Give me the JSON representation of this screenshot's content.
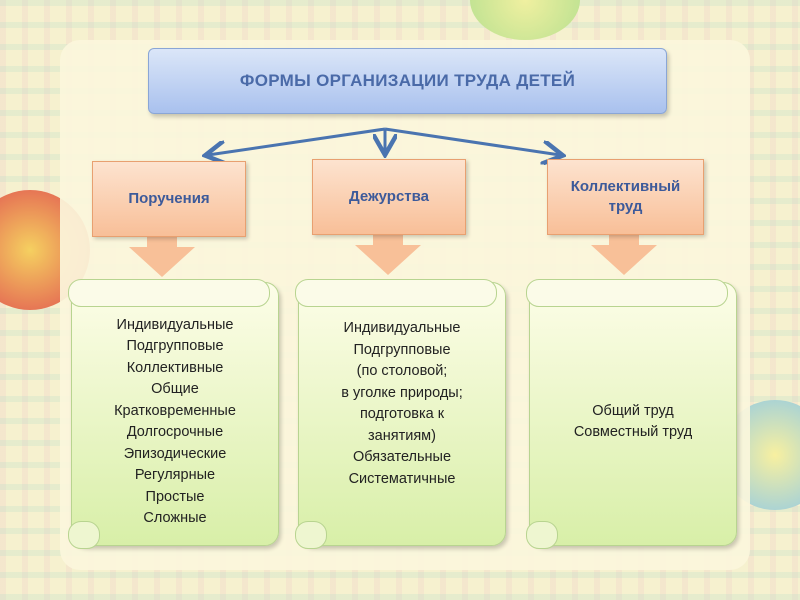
{
  "title": "ФОРМЫ ОРГАНИЗАЦИИ ТРУДА ДЕТЕЙ",
  "categories": [
    {
      "label": "Поручения",
      "items": [
        "Индивидуальные",
        "Подгрупповые",
        "Коллективные",
        "Общие",
        "Кратковременные",
        "Долгосрочные",
        "Эпизодические",
        "Регулярные",
        "Простые",
        "Сложные"
      ]
    },
    {
      "label": "Дежурства",
      "items": [
        "Индивидуальные",
        "Подгрупповые",
        "(по столовой;",
        "в уголке природы;",
        "подготовка к",
        "занятиям)",
        "Обязательные",
        "Систематичные"
      ]
    },
    {
      "label": "Коллективный труд",
      "items": [
        "Общий труд",
        "Совместный труд"
      ]
    }
  ],
  "colors": {
    "banner": "#a9c1ee",
    "box": "#f8bf98",
    "scroll": "#d8efa8",
    "text": "#3d5a9a"
  }
}
